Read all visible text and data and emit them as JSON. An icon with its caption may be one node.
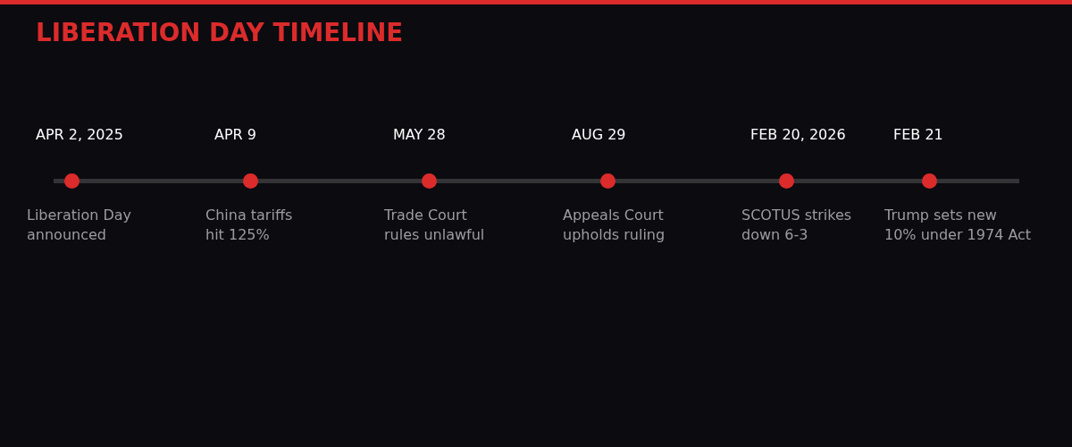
{
  "diagram": {
    "title": "LIBERATION DAY TIMELINE",
    "nodes": [
      {
        "text": [
          "APR 2, 2025",
          "Liberation Day announced"
        ]
      },
      {
        "text": [
          "APR 9",
          "China tariffs hit 125%"
        ]
      },
      {
        "text": [
          "MAY 28",
          "Trade Court rules unlawful"
        ]
      },
      {
        "text": [
          "AUG 29",
          "Appeals Court upholds ruling"
        ]
      },
      {
        "text": [
          "FEB 20, 2026",
          "SCOTUS strikes down 6-3"
        ]
      },
      {
        "text": [
          "FEB 21",
          "Trump sets new 10% under 1974 Act"
        ]
      }
    ]
  }
}
